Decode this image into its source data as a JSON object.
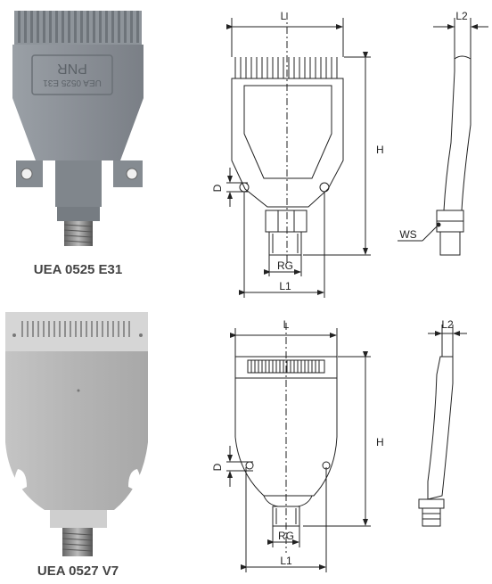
{
  "products": [
    {
      "name": "UEA 0525 E31",
      "photo_engraving": [
        "PNR",
        "UEA 0525 E31"
      ],
      "photo_color": "#8a8f96",
      "dims": {
        "L": "L",
        "L2": "L2",
        "H": "H",
        "D": "D",
        "RG": "RG",
        "L1": "L1",
        "WS": "WS"
      }
    },
    {
      "name": "UEA 0527 V7",
      "photo_color": "#bcbcbc",
      "dims": {
        "L": "L",
        "L2": "L2",
        "H": "H",
        "D": "D",
        "RG": "RG",
        "L1": "L1"
      }
    }
  ]
}
